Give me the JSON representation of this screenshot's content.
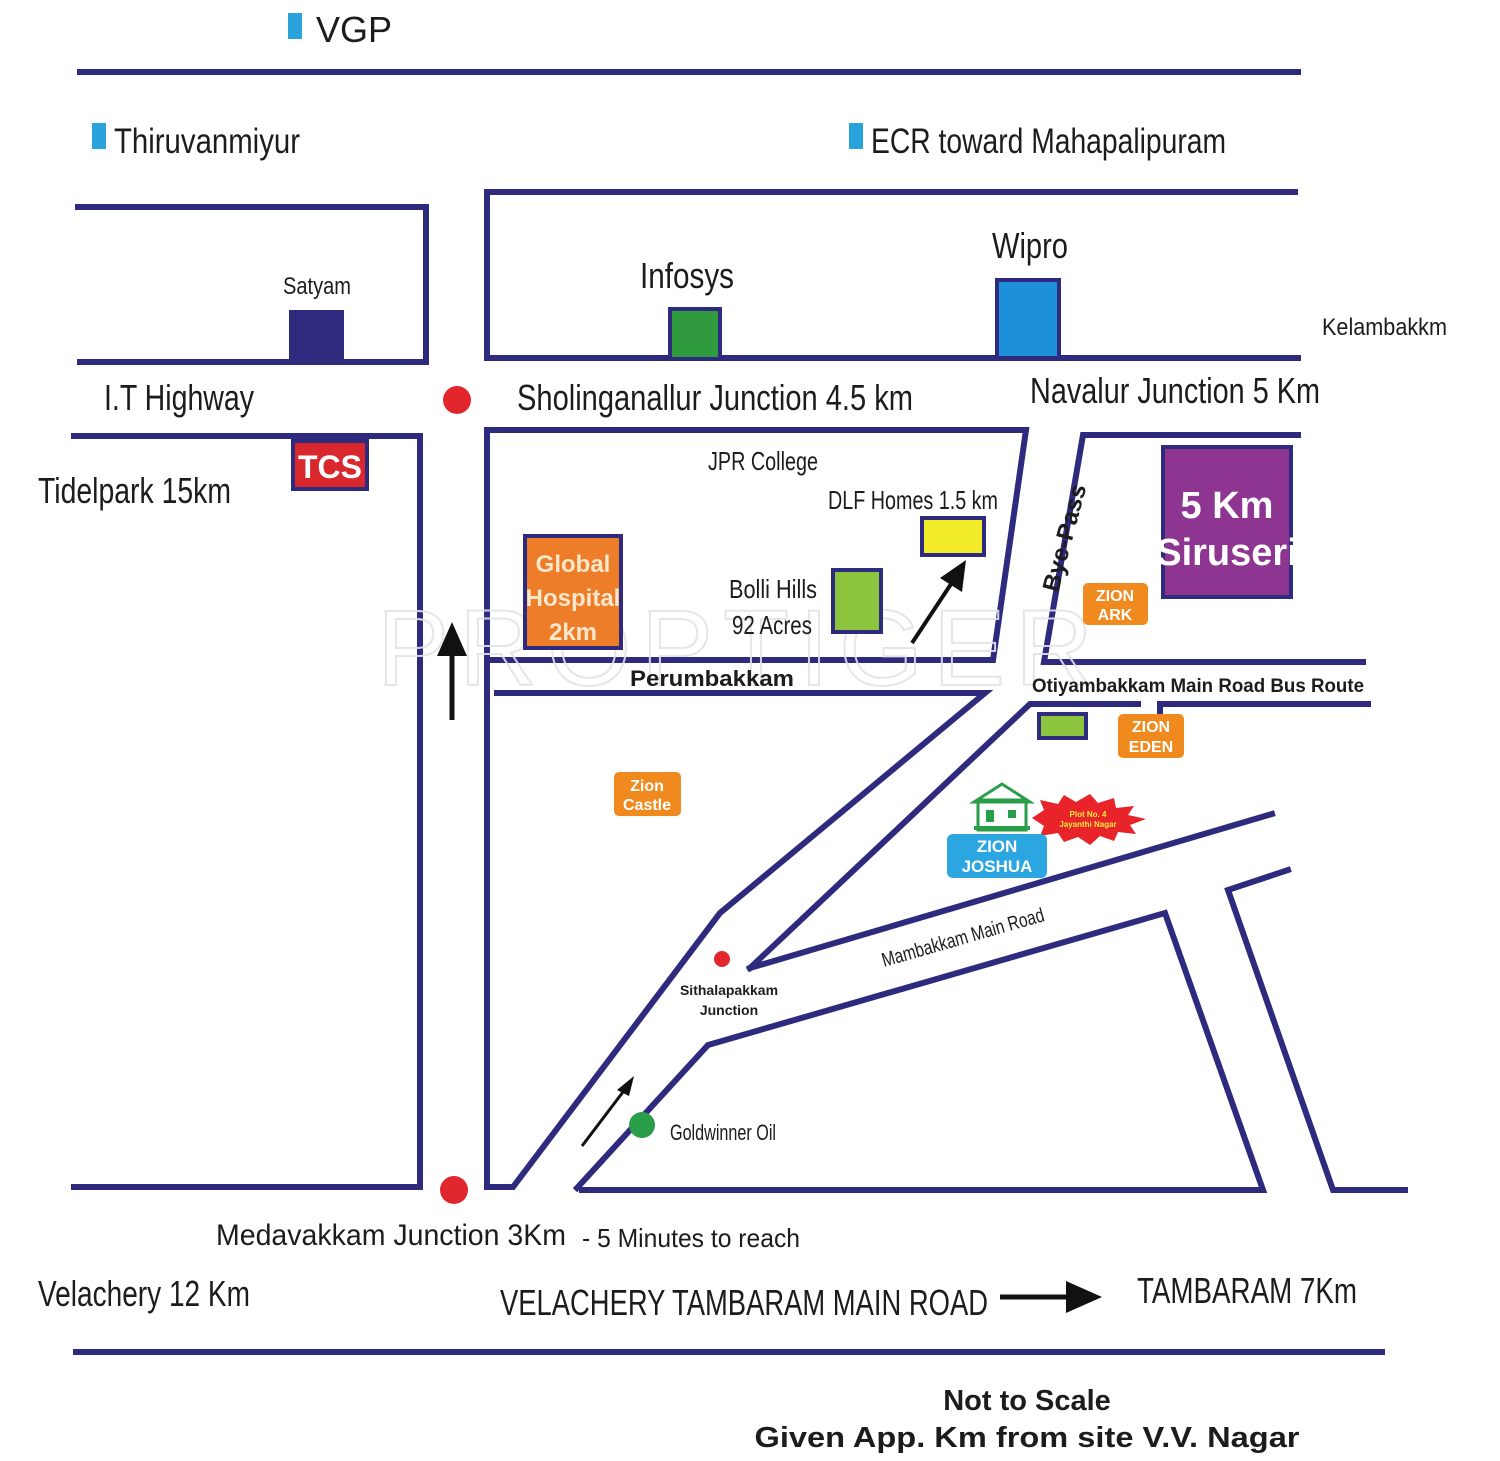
{
  "labels": {
    "vgp": "VGP",
    "thiruvanmiyur": "Thiruvanmiyur",
    "ecr": "ECR toward Mahapalipuram",
    "satyam": "Satyam",
    "infosys": "Infosys",
    "wipro": "Wipro",
    "kelambakkm": "Kelambakkm",
    "it_highway": "I.T Highway",
    "sholinganallur": "Sholinganallur Junction 4.5 km",
    "navalur": "Navalur Junction 5 Km",
    "tcs": "TCS",
    "tidelpark": "Tidelpark 15km",
    "jpr_college": "JPR College",
    "dlf_homes": "DLF Homes 1.5 km",
    "global_hospital": [
      "Global",
      "Hospital",
      "2km"
    ],
    "bolli_hills": [
      "Bolli Hills",
      "92 Acres"
    ],
    "bye_pass": "Bye-Pass",
    "siruseri": [
      "5 Km",
      "Siruseri"
    ],
    "zion_ark": [
      "ZION",
      "ARK"
    ],
    "perumbakkam": "Perumbakkam",
    "otiyambakkam": "Otiyambakkam Main Road Bus Route",
    "zion_eden": [
      "ZION",
      "EDEN"
    ],
    "zion_castle": [
      "Zion",
      "Castle"
    ],
    "plot": [
      "Plot No. 4",
      "Jayanthi Nagar"
    ],
    "zion_joshua": [
      "ZION",
      "JOSHUA"
    ],
    "mambakkam": "Mambakkam Main Road",
    "sithalapakkam": [
      "Sithalapakkam",
      "Junction"
    ],
    "goldwinner": "Goldwinner Oil",
    "medavakkam": "Medavakkam Junction 3Km",
    "five_minutes": "- 5 Minutes to reach",
    "velachery": "Velachery 12 Km",
    "main_road": "VELACHERY TAMBARAM MAIN ROAD",
    "tambaram": "TAMBARAM 7Km",
    "not_to_scale": "Not to Scale",
    "given_km": "Given App. Km from site V.V. Nagar",
    "watermark": "PROPTIGER"
  },
  "colors": {
    "road": "#2e2b7e",
    "satyam": "#2e2b7e",
    "infosys": "#2f9a3e",
    "wipro": "#1e8fd9",
    "tcs": "#d8282e",
    "dlf": "#f2ec2a",
    "global_hospital": "#ee7d2a",
    "bolli_hills": "#8cc43e",
    "siruseri": "#8e3592",
    "zion_orange": "#f08a1e",
    "zion_joshua": "#2ba6e0",
    "plot_burst": "#e8232a",
    "junction_red": "#e2262d",
    "junction_green": "#2a9d48",
    "marker_cyan": "#2aa3dd"
  }
}
